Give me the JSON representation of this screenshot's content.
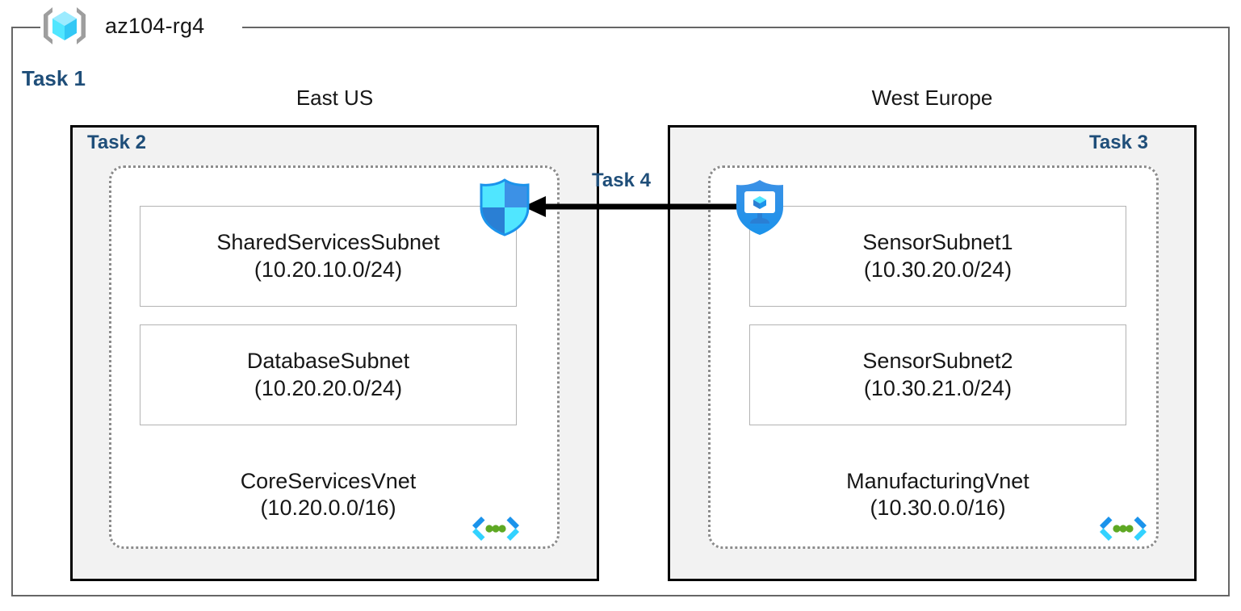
{
  "resource_group": {
    "name": "az104-rg4",
    "icon": "resource-group-cube-icon"
  },
  "tasks": {
    "task1": "Task 1",
    "task2": "Task 2",
    "task3": "Task 3",
    "task4": "Task 4"
  },
  "regions": [
    {
      "caption": "East US",
      "task": "Task 2"
    },
    {
      "caption": "West Europe",
      "task": "Task 3"
    }
  ],
  "vnets": [
    {
      "name": "CoreServicesVnet",
      "address_space": "(10.20.0.0/16)",
      "region": "East US",
      "icon": "virtual-network-icon",
      "subnets": [
        {
          "name": "SharedServicesSubnet",
          "cidr": "(10.20.10.0/24)"
        },
        {
          "name": "DatabaseSubnet",
          "cidr": "(10.20.20.0/24)"
        }
      ]
    },
    {
      "name": "ManufacturingVnet",
      "address_space": "(10.30.0.0/16)",
      "region": "West Europe",
      "icon": "virtual-network-icon",
      "subnets": [
        {
          "name": "SensorSubnet1",
          "cidr": "(10.30.20.0/24)"
        },
        {
          "name": "SensorSubnet2",
          "cidr": "(10.30.21.0/24)"
        }
      ]
    }
  ],
  "security_icons": [
    {
      "name": "network-security-group-shield-icon",
      "side": "left"
    },
    {
      "name": "defender-monitor-shield-icon",
      "side": "right"
    }
  ],
  "connection": {
    "label": "Task 4",
    "type": "peering-arrow",
    "direction": "right-to-left"
  },
  "colors": {
    "task_label": "#1F4E79",
    "region_fill": "#F2F2F2",
    "region_border": "#000000",
    "rg_border": "#666666",
    "vnet_border": "#8C8C8C",
    "subnet_border": "#B3B3B3",
    "shield_cyan": "#32C8F5",
    "shield_blue": "#2A7FD4",
    "vnet_glyph_blue": "#1B93EB",
    "vnet_glyph_cyan": "#32D2FF",
    "vnet_glyph_dot": "#5EA823",
    "arrow": "#000000"
  }
}
